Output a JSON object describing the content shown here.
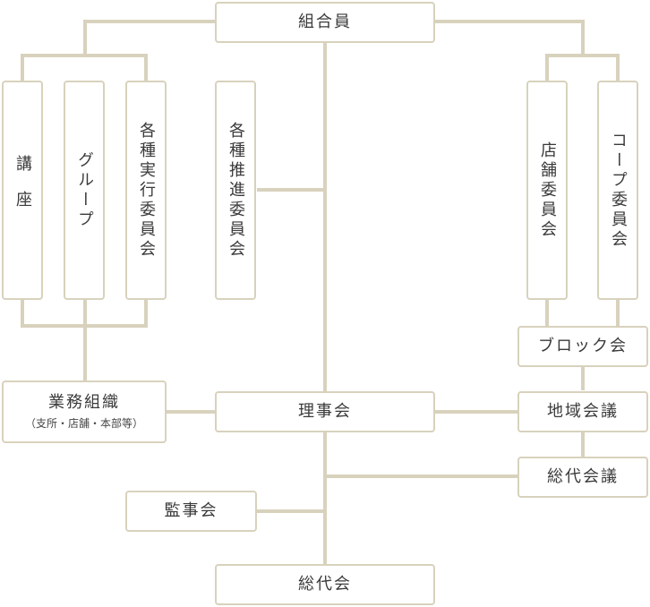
{
  "diagram": {
    "nodes": {
      "kumiaiin": "組合員",
      "koza": "講座",
      "group": "グループ",
      "kakushu_jikko": "各種実行委員会",
      "kakushu_suishin": "各種推進委員会",
      "tenpo_iinkai": "店舗委員会",
      "coop_iinkai": "コープ委員会",
      "block": "ブロック会",
      "gyomu": "業務組織",
      "gyomu_sub": "（支所・店舗・本部等）",
      "rijikai": "理事会",
      "chiiki": "地域会議",
      "sodai_kaigi": "総代会議",
      "kansa": "監事会",
      "sodaikai": "総代会"
    },
    "colors": {
      "line": "#d8d2bd",
      "border": "#d8d2bd",
      "text": "#3a3a3a",
      "background": "#ffffff"
    }
  }
}
